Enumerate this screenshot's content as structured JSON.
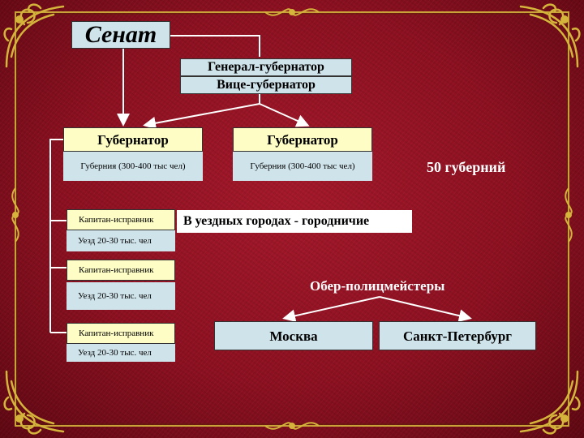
{
  "senat": "Сенат",
  "general_gubernator": "Генерал-губернатор",
  "vice_gubernator": "Вице-губернатор",
  "gubernators": [
    {
      "title": "Губернатор",
      "note": "Губерния (300-400 тыс чел)"
    },
    {
      "title": "Губернатор",
      "note": "Губерния (300-400 тыс чел)"
    }
  ],
  "gubernii_count": "50 губерний",
  "uezd_units": [
    {
      "kapitan": "Капитан-исправник",
      "uezd": "Уезд 20-30 тыс. чел"
    },
    {
      "kapitan": "Капитан-исправник",
      "uezd": "Уезд 20-30 тыс. чел"
    },
    {
      "kapitan": "Капитан-исправник",
      "uezd": "Уезд 20-30 тыс. чел"
    }
  ],
  "gorodnichie": "В уездных городах - городничие",
  "ober_policmeister": "Обер-полицмейстеры",
  "cities": [
    "Москва",
    "Санкт-Петербург"
  ],
  "colors": {
    "background": "#8c1020",
    "box_blue": "#cfe3ea",
    "box_yellow": "#fdfdc5",
    "ornament_gold": "#d4b43a",
    "arrow": "#ffffff"
  }
}
